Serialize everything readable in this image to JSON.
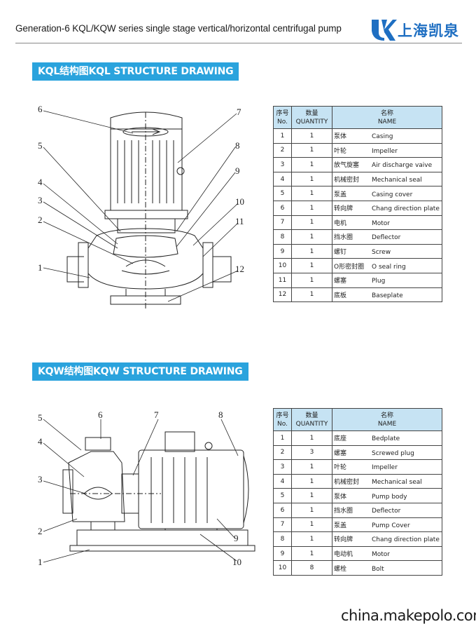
{
  "header": {
    "title": "Generation-6 KQL/KQW series single stage vertical/horizontal centrifugal pump",
    "logo_text": "上海凯泉"
  },
  "colors": {
    "accent": "#2aa3dd",
    "table_header": "#c6e3f3",
    "logo": "#1f6fc2"
  },
  "kql": {
    "section_label": "KQL结构图KQL STRUCTURE DRAWING",
    "callouts": [
      "1",
      "2",
      "3",
      "4",
      "5",
      "6",
      "7",
      "8",
      "9",
      "10",
      "11",
      "12"
    ],
    "table": {
      "headers": {
        "no_cn": "序号",
        "no_en": "No.",
        "qty_cn": "数量",
        "qty_en": "QUANTITY",
        "name_cn": "名称",
        "name_en": "NAME"
      },
      "rows": [
        {
          "no": "1",
          "qty": "1",
          "cn": "泵体",
          "en": "Casing"
        },
        {
          "no": "2",
          "qty": "1",
          "cn": "叶轮",
          "en": "Impeller"
        },
        {
          "no": "3",
          "qty": "1",
          "cn": "放气旋塞",
          "en": "Air discharge vaive"
        },
        {
          "no": "4",
          "qty": "1",
          "cn": "机械密封",
          "en": "Mechanical seal"
        },
        {
          "no": "5",
          "qty": "1",
          "cn": "泵盖",
          "en": "Casing cover"
        },
        {
          "no": "6",
          "qty": "1",
          "cn": "转向牌",
          "en": "Chang direction plate"
        },
        {
          "no": "7",
          "qty": "1",
          "cn": "电机",
          "en": "Motor"
        },
        {
          "no": "8",
          "qty": "1",
          "cn": "挡水圈",
          "en": "Deflector"
        },
        {
          "no": "9",
          "qty": "1",
          "cn": "螺钉",
          "en": "Screw"
        },
        {
          "no": "10",
          "qty": "1",
          "cn": "O形密封圈",
          "en": "O seal ring"
        },
        {
          "no": "11",
          "qty": "1",
          "cn": "螺塞",
          "en": "Plug"
        },
        {
          "no": "12",
          "qty": "1",
          "cn": "底板",
          "en": "Baseplate"
        }
      ]
    }
  },
  "kqw": {
    "section_label": "KQW结构图KQW STRUCTURE DRAWING",
    "callouts": [
      "1",
      "2",
      "3",
      "4",
      "5",
      "6",
      "7",
      "8",
      "9",
      "10"
    ],
    "table": {
      "headers": {
        "no_cn": "序号",
        "no_en": "No.",
        "qty_cn": "数量",
        "qty_en": "QUANTITY",
        "name_cn": "名称",
        "name_en": "NAME"
      },
      "rows": [
        {
          "no": "1",
          "qty": "1",
          "cn": "底座",
          "en": "Bedplate"
        },
        {
          "no": "2",
          "qty": "3",
          "cn": "螺塞",
          "en": "Screwed plug"
        },
        {
          "no": "3",
          "qty": "1",
          "cn": "叶轮",
          "en": "Impeller"
        },
        {
          "no": "4",
          "qty": "1",
          "cn": "机械密封",
          "en": "Mechanical seal"
        },
        {
          "no": "5",
          "qty": "1",
          "cn": "泵体",
          "en": "Pump body"
        },
        {
          "no": "6",
          "qty": "1",
          "cn": "挡水圈",
          "en": "Deflector"
        },
        {
          "no": "7",
          "qty": "1",
          "cn": "泵盖",
          "en": "Pump Cover"
        },
        {
          "no": "8",
          "qty": "1",
          "cn": "转向牌",
          "en": "Chang direction plate"
        },
        {
          "no": "9",
          "qty": "1",
          "cn": "电动机",
          "en": "Motor"
        },
        {
          "no": "10",
          "qty": "8",
          "cn": "螺栓",
          "en": "Bolt"
        }
      ]
    }
  },
  "watermark": "china.makepolo.com"
}
